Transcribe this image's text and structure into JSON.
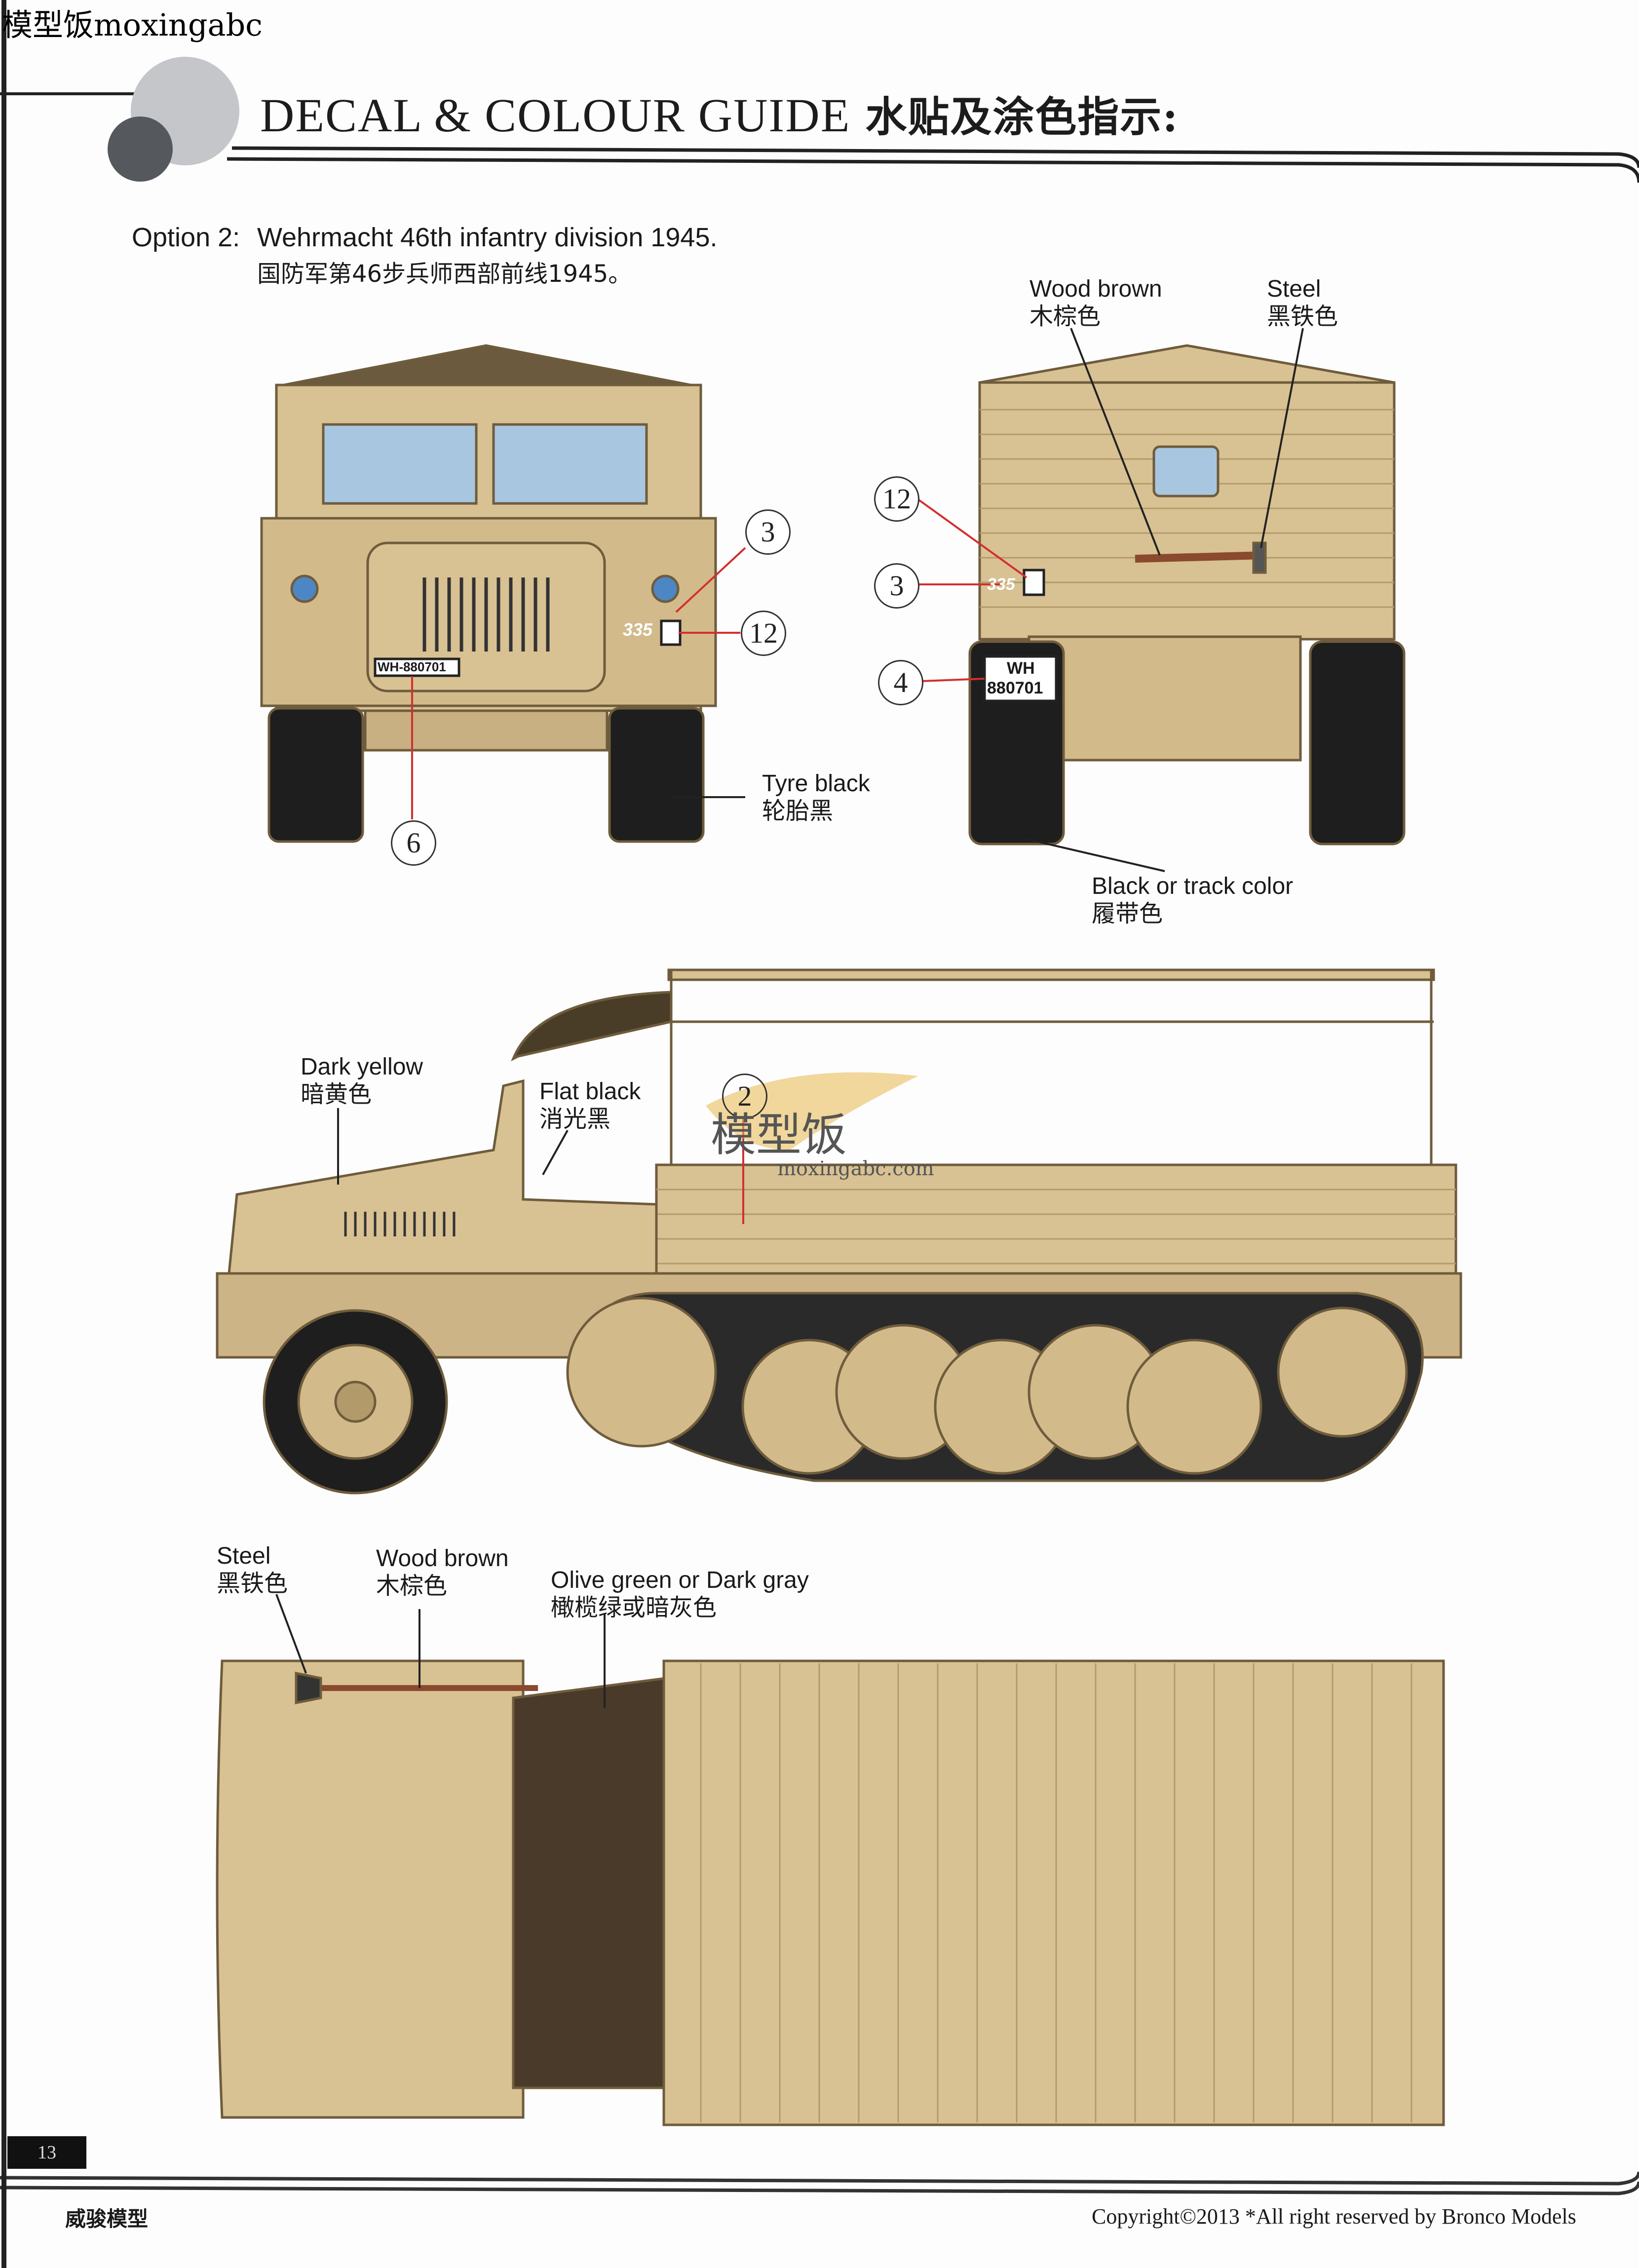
{
  "watermark": "模型饭moxingabc",
  "header": {
    "title_en": "DECAL & COLOUR GUIDE",
    "title_zh": "水贴及涂色指示:"
  },
  "option": {
    "label": "Option 2:",
    "title_en": "Wehrmacht 46th infantry division 1945.",
    "title_zh": "国防军第46步兵师西部前线1945。"
  },
  "labels": {
    "rear_wood": {
      "en": "Wood brown",
      "zh": "木棕色"
    },
    "rear_steel": {
      "en": "Steel",
      "zh": "黑铁色"
    },
    "tyre": {
      "en": "Tyre black",
      "zh": "轮胎黑"
    },
    "track": {
      "en": "Black or track color",
      "zh": "履带色"
    },
    "dark_yellow": {
      "en": "Dark yellow",
      "zh": "暗黄色"
    },
    "flat_black": {
      "en": "Flat black",
      "zh": "消光黑"
    },
    "top_steel": {
      "en": "Steel",
      "zh": "黑铁色"
    },
    "top_wood": {
      "en": "Wood brown",
      "zh": "木棕色"
    },
    "top_olive": {
      "en": "Olive  green or Dark gray",
      "zh": "橄榄绿或暗灰色"
    }
  },
  "callouts": {
    "front_3": "3",
    "front_12": "12",
    "front_6": "6",
    "rear_12": "12",
    "rear_3": "3",
    "rear_4": "4",
    "side_2": "2"
  },
  "decals": {
    "front_plate": "WH-880701",
    "unit_number": "335",
    "rear_plate_1": "WH",
    "rear_plate_2": "880701"
  },
  "site_watermark": {
    "zh": "模型饭",
    "url": "moxingabc.com"
  },
  "footer": {
    "page_number": "13",
    "brand_zh": "威骏模型",
    "copyright": "Copyright©2013  *All right reserved by Bronco Models"
  },
  "colors": {
    "sand": "#d8c193",
    "outline": "#6e5c3c",
    "glass": "#a8c6e0",
    "tyre": "#1e1e1e",
    "wood": "#8a4a2e"
  }
}
